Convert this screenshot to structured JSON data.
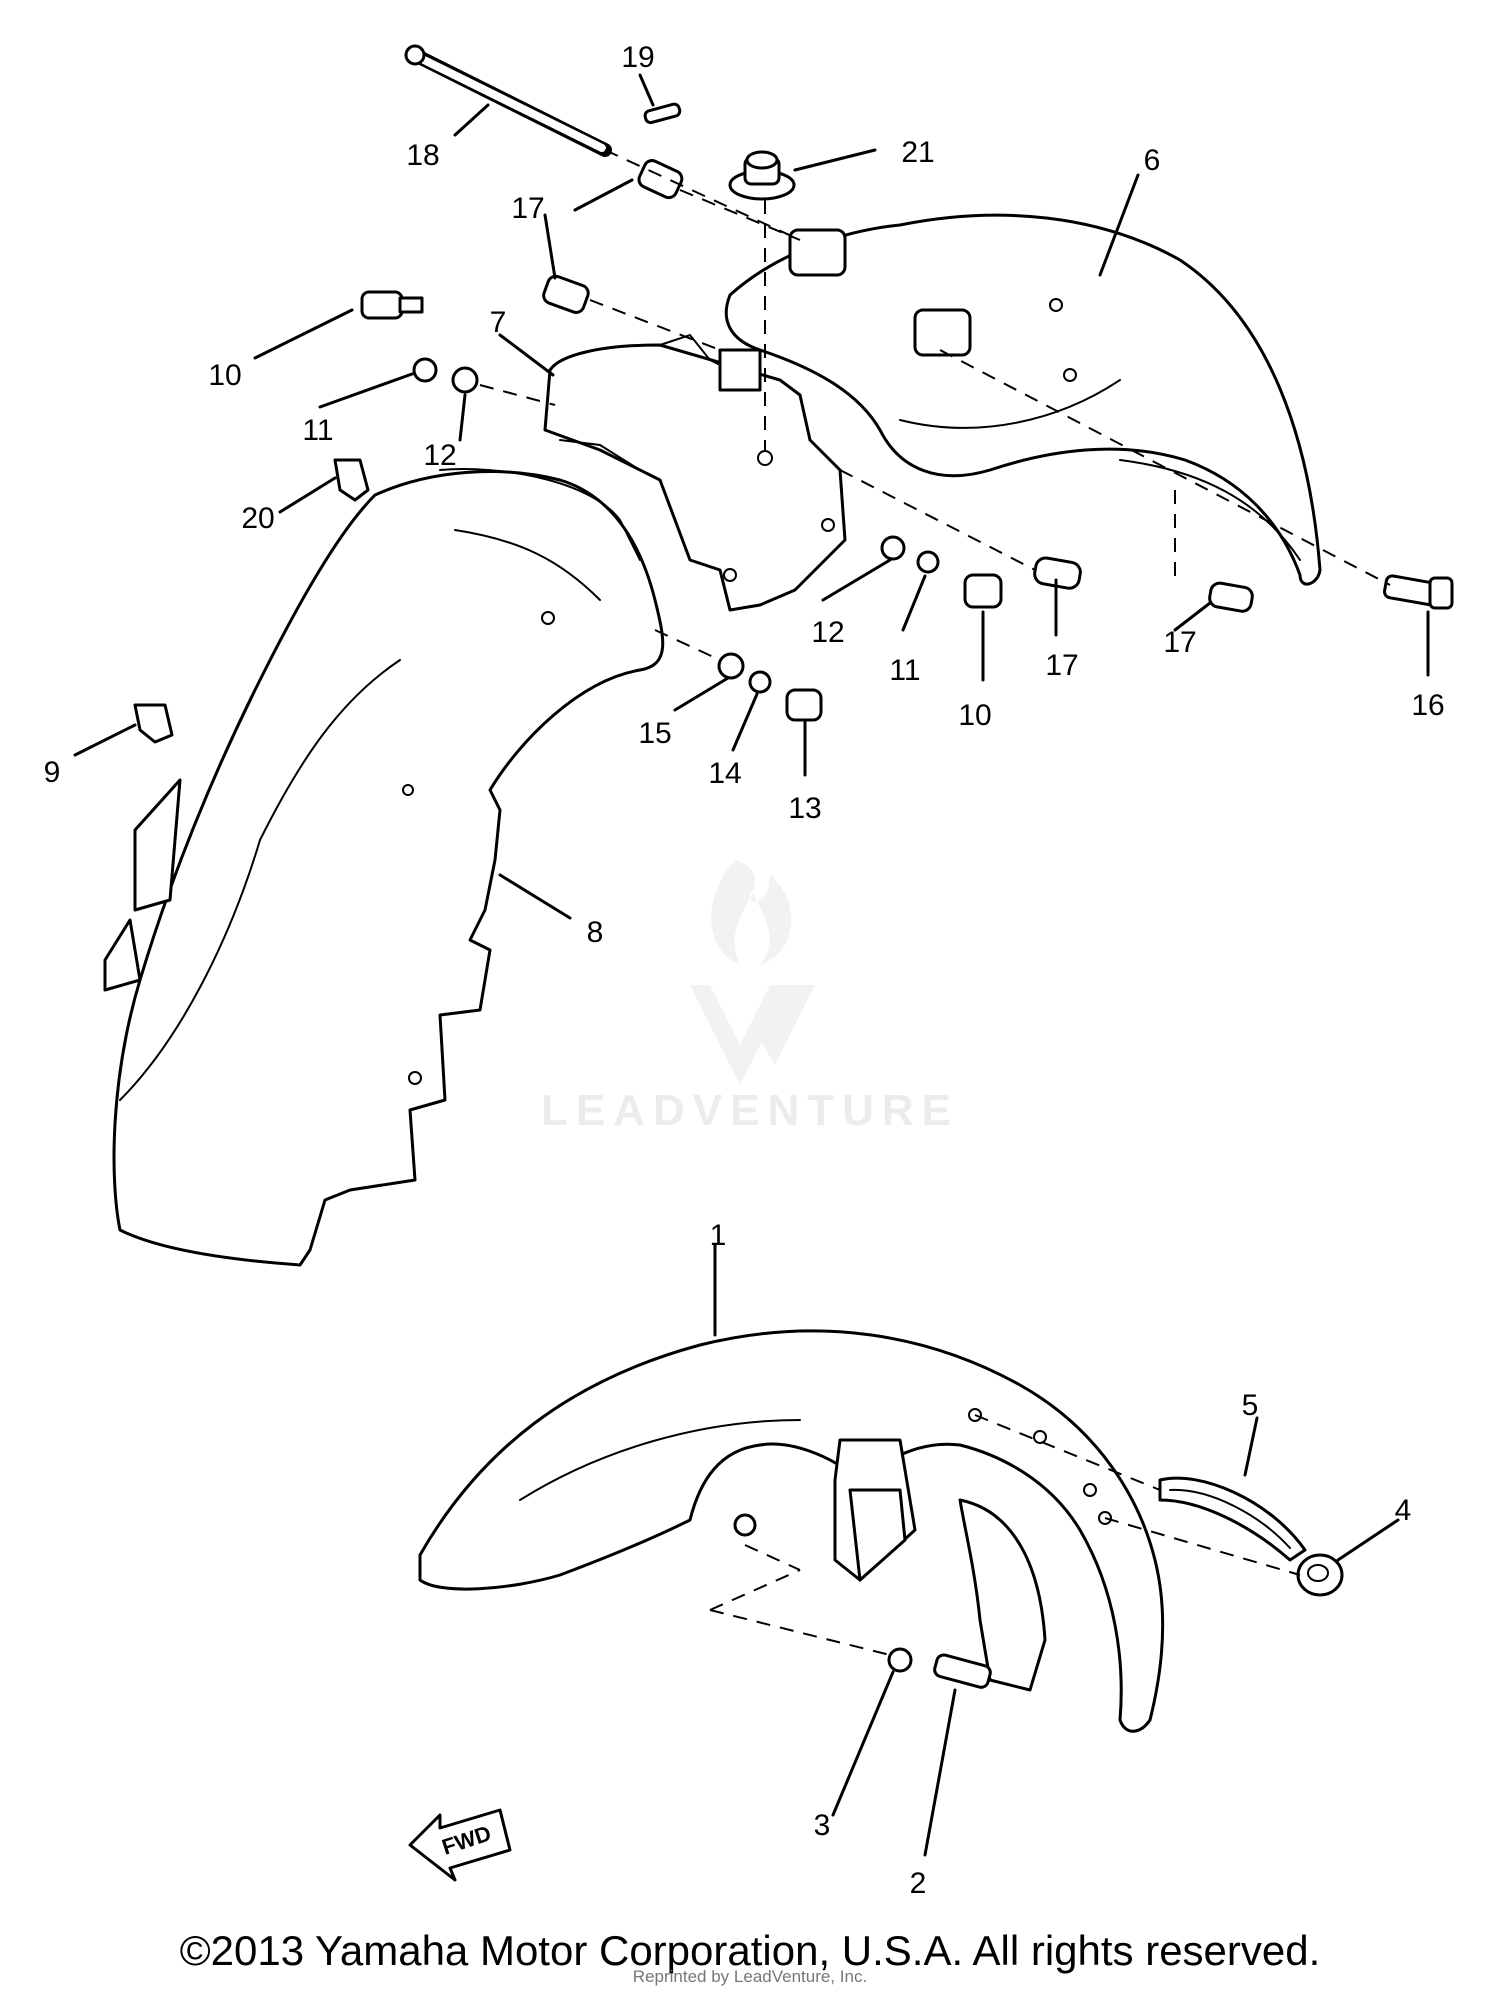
{
  "callouts": [
    {
      "id": "1",
      "text": "1"
    },
    {
      "id": "2",
      "text": "2"
    },
    {
      "id": "3",
      "text": "3"
    },
    {
      "id": "4",
      "text": "4"
    },
    {
      "id": "5",
      "text": "5"
    },
    {
      "id": "6",
      "text": "6"
    },
    {
      "id": "7",
      "text": "7"
    },
    {
      "id": "8",
      "text": "8"
    },
    {
      "id": "9",
      "text": "9"
    },
    {
      "id": "10a",
      "text": "10"
    },
    {
      "id": "10b",
      "text": "10"
    },
    {
      "id": "11a",
      "text": "11"
    },
    {
      "id": "11b",
      "text": "11"
    },
    {
      "id": "12a",
      "text": "12"
    },
    {
      "id": "12b",
      "text": "12"
    },
    {
      "id": "13",
      "text": "13"
    },
    {
      "id": "14",
      "text": "14"
    },
    {
      "id": "15",
      "text": "15"
    },
    {
      "id": "16",
      "text": "16"
    },
    {
      "id": "17a",
      "text": "17"
    },
    {
      "id": "17b",
      "text": "17"
    },
    {
      "id": "17c",
      "text": "17"
    },
    {
      "id": "18",
      "text": "18"
    },
    {
      "id": "19",
      "text": "19"
    },
    {
      "id": "20",
      "text": "20"
    },
    {
      "id": "21",
      "text": "21"
    }
  ],
  "fwd_label": "FWD",
  "watermark": "LEADVENTURE",
  "copyright": "©2013 Yamaha Motor Corporation, U.S.A. All rights reserved.",
  "subcredit": "Reprinted by LeadVenture, Inc."
}
